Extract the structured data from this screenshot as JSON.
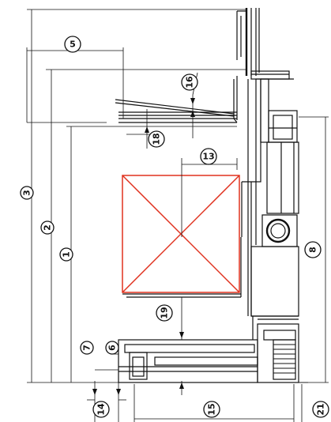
{
  "diagram": {
    "callouts": [
      {
        "id": "c1",
        "text": "1"
      },
      {
        "id": "c2",
        "text": "2"
      },
      {
        "id": "c3",
        "text": "3"
      },
      {
        "id": "c5",
        "text": "5"
      },
      {
        "id": "c6",
        "text": "6"
      },
      {
        "id": "c7",
        "text": "7"
      },
      {
        "id": "c8",
        "text": "8"
      },
      {
        "id": "c13",
        "text": "13"
      },
      {
        "id": "c14",
        "text": "14"
      },
      {
        "id": "c15",
        "text": "15"
      },
      {
        "id": "c16",
        "text": "16"
      },
      {
        "id": "c18",
        "text": "18"
      },
      {
        "id": "c19",
        "text": "19"
      },
      {
        "id": "c21",
        "text": "21"
      }
    ],
    "colors": {
      "line": "#111111",
      "accent": "#e0321f",
      "background": "#ffffff"
    }
  }
}
